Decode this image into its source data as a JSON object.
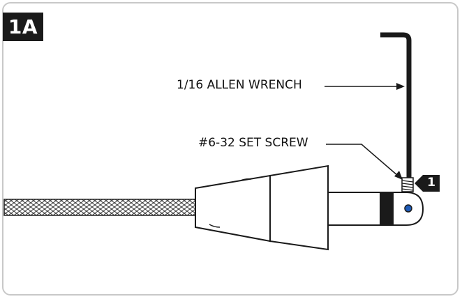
{
  "step_label": "1A",
  "callouts": {
    "wrench": "1/16 ALLEN WRENCH",
    "set_screw": "#6-32 SET SCREW"
  },
  "callout_number": "1",
  "colors": {
    "ink": "#1a1a1a",
    "frame": "#c8c8c8",
    "set_screw_hole": "#1e5bb8"
  },
  "icons": [
    "allen-wrench-icon",
    "set-screw-icon",
    "braided-cable-icon",
    "tapered-collar-icon",
    "ferrule-icon"
  ]
}
